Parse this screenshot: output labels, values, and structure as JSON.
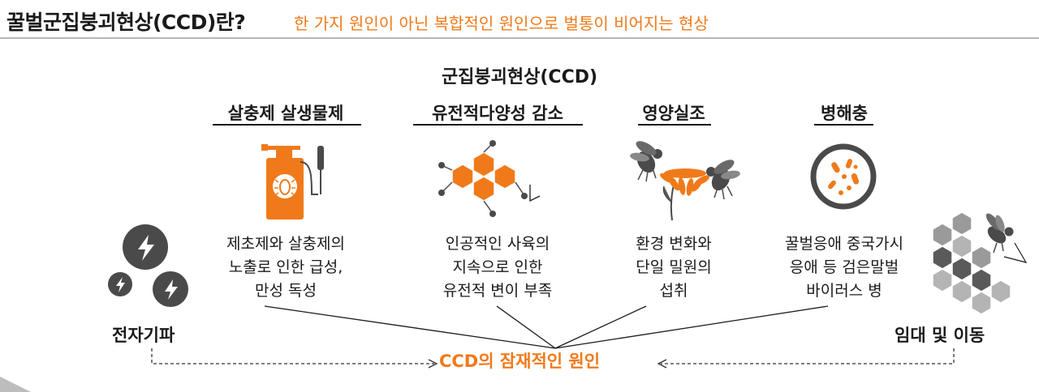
{
  "header": {
    "title": "꿀벌군집붕괴현상(CCD)란?",
    "subtitle": "한 가지 원인이 아닌 복합적인 원인으로 벌통이 비어지는 현상"
  },
  "diagram": {
    "center_title": "군집붕괴현상(CCD)",
    "categories": [
      {
        "label": "살충제 살생물제",
        "desc": [
          "제초제와 살충제의",
          "노출로 인한 급성,",
          "만성 독성"
        ]
      },
      {
        "label": "유전적다양성 감소",
        "desc": [
          "인공적인 사육의",
          "지속으로 인한",
          "유전적 변이 부족"
        ]
      },
      {
        "label": "영양실조",
        "desc": [
          "환경 변화와",
          "단일 밀원의",
          "섭취"
        ]
      },
      {
        "label": "병해충",
        "desc": [
          "꿀벌응애 중국가시",
          "응애 등 검은말벌",
          "바이러스 병"
        ]
      }
    ],
    "left_label": "전자기파",
    "right_label": "임대 및 이동",
    "bottom_label": "CCD의 잠재적인 원인"
  },
  "colors": {
    "accent": "#f07a1a",
    "dark_icon": "#4a4a4a",
    "gray_hex": "#9a9a9a"
  }
}
